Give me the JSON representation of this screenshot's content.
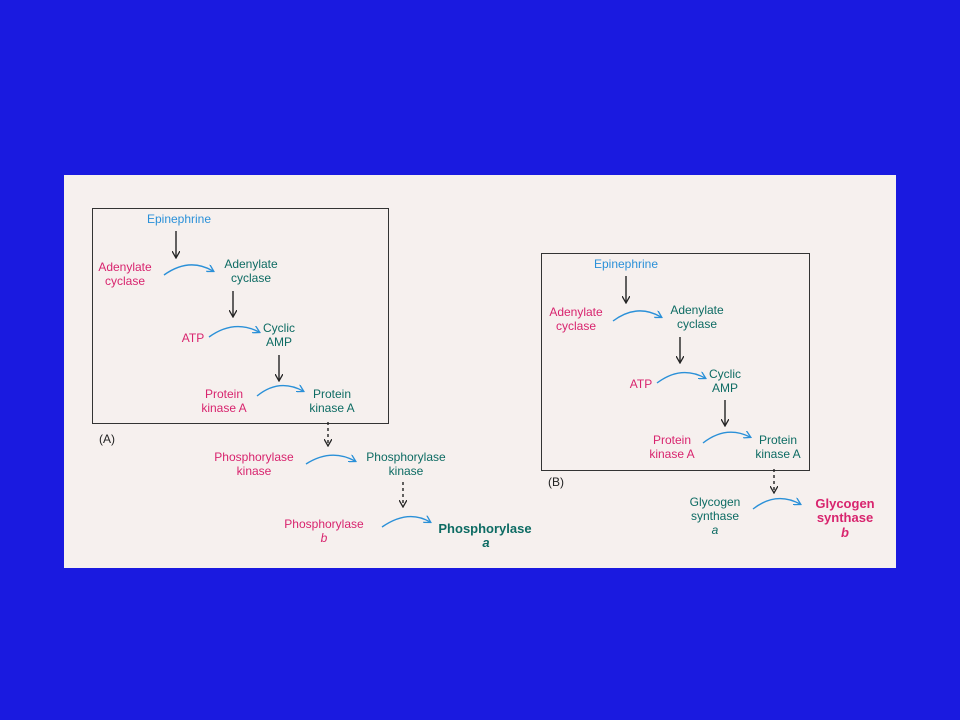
{
  "panel_a": {
    "label": "(A)",
    "epinephrine": "Epinephrine",
    "adenylate_cyclase_inactive": "Adenylate\ncyclase",
    "adenylate_cyclase_active": "Adenylate\ncyclase",
    "atp": "ATP",
    "cyclic_amp": "Cyclic\nAMP",
    "pka_inactive": "Protein\nkinase A",
    "pka_active": "Protein\nkinase A",
    "phk_inactive": "Phosphorylase\nkinase",
    "phk_active": "Phosphorylase\nkinase",
    "phosphorylase_b_name": "Phosphorylase",
    "phosphorylase_b_form": "b",
    "phosphorylase_a_name": "Phosphorylase",
    "phosphorylase_a_form": "a"
  },
  "panel_b": {
    "label": "(B)",
    "epinephrine": "Epinephrine",
    "adenylate_cyclase_inactive": "Adenylate\ncyclase",
    "adenylate_cyclase_active": "Adenylate\ncyclase",
    "atp": "ATP",
    "cyclic_amp": "Cyclic\nAMP",
    "pka_inactive": "Protein\nkinase A",
    "pka_active": "Protein\nkinase A",
    "gs_a_name": "Glycogen\nsynthase",
    "gs_a_form": "a",
    "gs_b_name": "Glycogen\nsynthase",
    "gs_b_form": "b"
  },
  "colors": {
    "slide_background": "#1a1ae0",
    "figure_background": "#f6f0ee",
    "inactive_pink": "#d8246e",
    "active_teal": "#0d6b63",
    "signal_blue": "#2a90d8"
  }
}
